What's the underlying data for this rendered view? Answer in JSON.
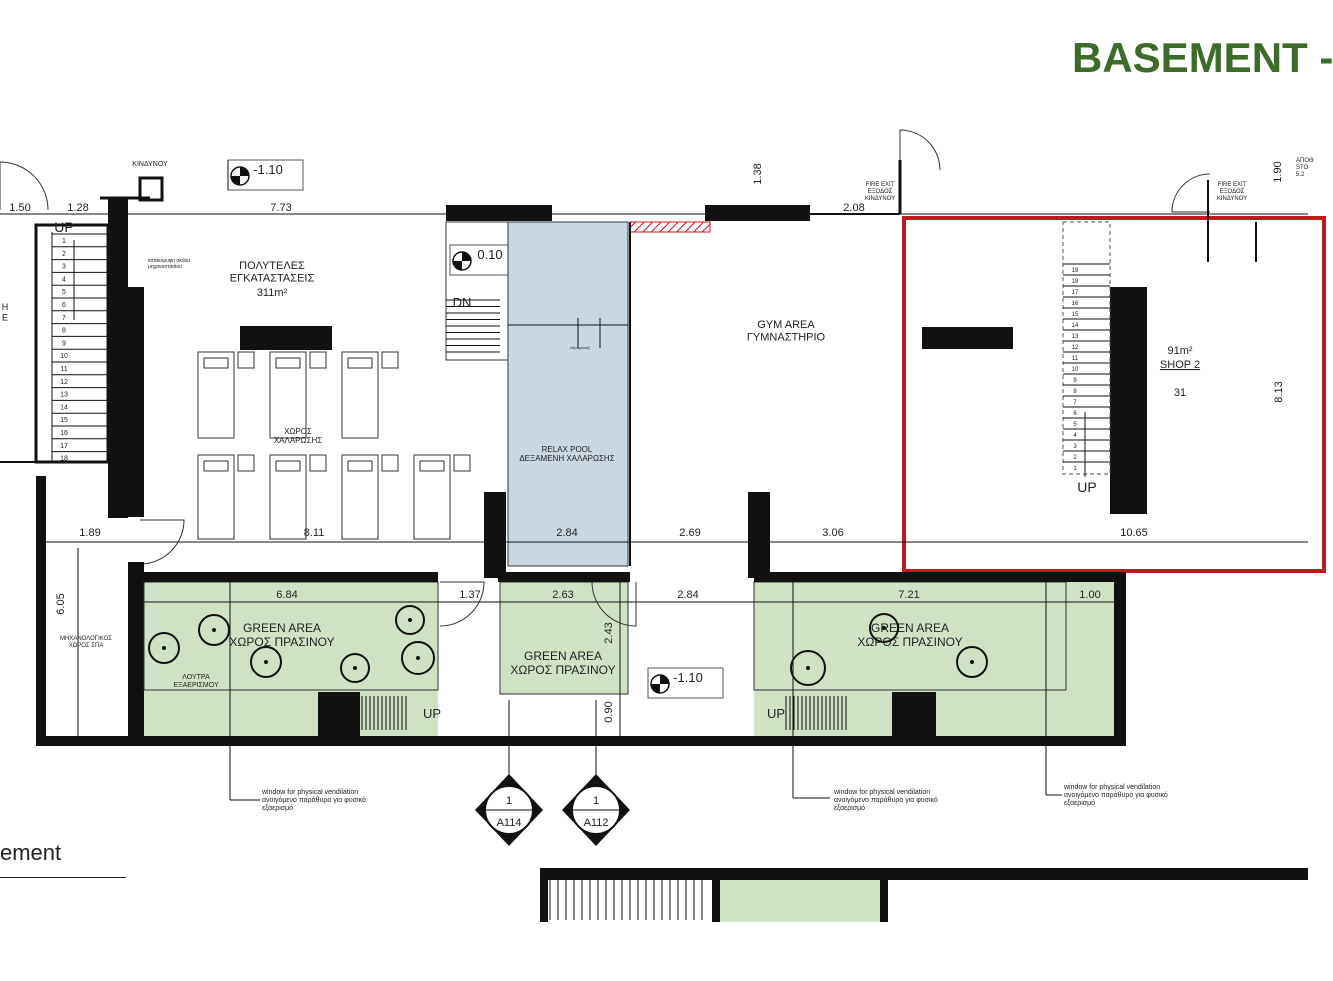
{
  "header": {
    "title": "BASEMENT -"
  },
  "plan_caption": "ement",
  "colors": {
    "green_area": "#cfe3c4",
    "pool": "#c9d7e3",
    "wall": "#111111",
    "shop_outline": "#c0181c",
    "title": "#3d6b29"
  },
  "rooms": {
    "luxury": {
      "name": "ΠΟΛΥΤΕΛΕΣ\nΕΓΚΑΤΑΣΤΑΣΕΙΣ",
      "area": "311m²"
    },
    "relax_zone": "ΧΩΡΟΣ\nΧΑΛΑΡΩΣΗΣ",
    "relax_pool": "RELAX POOL\nΔΕΞΑΜΕΝΗ ΧΑΛΑΡΩΣΗΣ",
    "gym": "GYM AREA\nΓΥΜΝΑΣΤΗΡΙΟ",
    "shop2": {
      "area": "91m²",
      "name": "SHOP 2",
      "number": "31"
    },
    "mechanical": "ΜΗΧΑΝΟΛΟΓΙΚΟΣ\nΧΩΡΟΣ ΣΠΑ",
    "shower": "ΛΟΥΤΡΑ\nΕΞΑΕΡΙΣΜΟΥ",
    "green_area": "GREEN AREA\nΧΩΡΟΣ ΠΡΑΣΙΝΟΥ"
  },
  "fire_exit": "FIRE EXIT\nΕΞΟΔΟΣ\nΚΙΝΔΥΝΟΥ",
  "kindynou": "ΚΙΝΔΥΝΟΥ",
  "store": "ΑΠΟΘ\nSTO\n5.2",
  "level_marks": [
    "-1.10",
    "0.10",
    "-1.10"
  ],
  "stairs": {
    "up": "UP",
    "dn": "DN"
  },
  "dimensions": {
    "top": [
      "1.50",
      "1.28",
      "7.73",
      "2.08"
    ],
    "top_vertical": [
      "1.38",
      "1.90"
    ],
    "middle": [
      "1.89",
      "8.11",
      "2.84",
      "2.69",
      "3.06",
      "10.65"
    ],
    "lower": [
      "6.84",
      "1.37",
      "2.63",
      "2.84",
      "7.21",
      "1.00"
    ],
    "lower_vertical": [
      "6.05",
      "2.43",
      "0.90",
      "8.13"
    ]
  },
  "stair_numbers": [
    "1",
    "2",
    "3",
    "4",
    "5",
    "6",
    "7",
    "8",
    "9",
    "10",
    "11",
    "12",
    "13",
    "14",
    "15",
    "16",
    "17",
    "18"
  ],
  "stair_numbers_right": [
    "19",
    "18",
    "17",
    "16",
    "15",
    "14",
    "13",
    "12",
    "11",
    "10",
    "9",
    "8",
    "7",
    "6",
    "5",
    "4",
    "3",
    "2",
    "1"
  ],
  "note_left_small": "κατακόρυφη σκάλα\nμηχανοστασίου",
  "note_pool_small": "υδρομασάζ",
  "window_note": "window for physical vendilation\nανοιγόμενο παράθυρο για φυσικό\nεξαερισμό",
  "section_markers": [
    {
      "num": "1",
      "ref": "A114"
    },
    {
      "num": "1",
      "ref": "A112"
    }
  ]
}
